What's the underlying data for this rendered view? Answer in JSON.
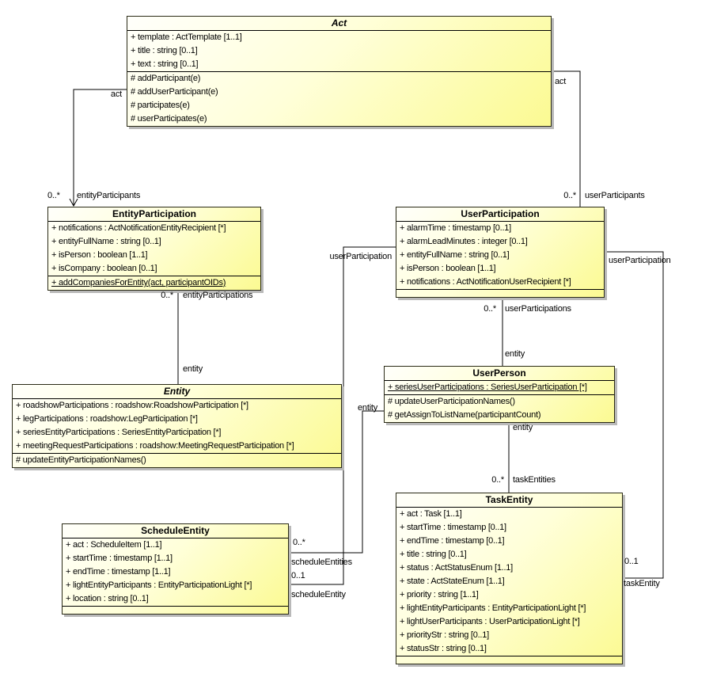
{
  "classes": [
    {
      "name": "Act",
      "abstract": true,
      "attributes": [
        {
          "t": "+ template : ActTemplate [1..1]"
        },
        {
          "t": "+ title : string [0..1]"
        },
        {
          "t": "+ text : string [0..1]"
        }
      ],
      "operations": [
        {
          "t": "# addParticipant(e)"
        },
        {
          "t": "# addUserParticipant(e)"
        },
        {
          "t": "# participates(e)"
        },
        {
          "t": "# userParticipates(e)"
        }
      ]
    },
    {
      "name": "EntityParticipation",
      "abstract": false,
      "attributes": [
        {
          "t": "+ notifications : ActNotificationEntityRecipient [*]"
        },
        {
          "t": "+ entityFullName : string [0..1]"
        },
        {
          "t": "+ isPerson : boolean [1..1]"
        },
        {
          "t": "+ isCompany : boolean [0..1]"
        }
      ],
      "operations": [
        {
          "t": "+ addCompaniesForEntity(act, participantOIDs)",
          "u": true
        }
      ]
    },
    {
      "name": "UserParticipation",
      "abstract": false,
      "attributes": [
        {
          "t": "+ alarmTime : timestamp [0..1]"
        },
        {
          "t": "+ alarmLeadMinutes : integer [0..1]"
        },
        {
          "t": "+ entityFullName : string [0..1]"
        },
        {
          "t": "+ isPerson : boolean [1..1]"
        },
        {
          "t": "+ notifications : ActNotificationUserRecipient [*]"
        }
      ],
      "operations": []
    },
    {
      "name": "Entity",
      "abstract": true,
      "attributes": [
        {
          "t": "+ roadshowParticipations : roadshow:RoadshowParticipation [*]"
        },
        {
          "t": "+ legParticipations : roadshow:LegParticipation [*]"
        },
        {
          "t": "+ seriesEntityParticipations : SeriesEntityParticipation [*]"
        },
        {
          "t": "+ meetingRequestParticipations : roadshow:MeetingRequestParticipation [*]"
        }
      ],
      "operations": [
        {
          "t": "# updateEntityParticipationNames()"
        }
      ]
    },
    {
      "name": "UserPerson",
      "abstract": false,
      "attributes": [
        {
          "t": "+ seriesUserParticipations : SeriesUserParticipation [*]",
          "u": true
        }
      ],
      "operations": [
        {
          "t": "# updateUserParticipationNames()"
        },
        {
          "t": "# getAssignToListName(participantCount)"
        }
      ]
    },
    {
      "name": "ScheduleEntity",
      "abstract": false,
      "attributes": [
        {
          "t": "+ act : ScheduleItem [1..1]"
        },
        {
          "t": "+ startTime : timestamp [1..1]"
        },
        {
          "t": "+ endTime : timestamp [1..1]"
        },
        {
          "t": "+ lightEntityParticipants : EntityParticipationLight [*]"
        },
        {
          "t": "+ location : string [0..1]"
        }
      ],
      "operations": []
    },
    {
      "name": "TaskEntity",
      "abstract": false,
      "attributes": [
        {
          "t": "+ act : Task [1..1]"
        },
        {
          "t": "+ startTime : timestamp [0..1]"
        },
        {
          "t": "+ endTime : timestamp [0..1]"
        },
        {
          "t": "+ title : string [0..1]"
        },
        {
          "t": "+ status : ActStatusEnum [1..1]"
        },
        {
          "t": "+ state : ActStateEnum [1..1]"
        },
        {
          "t": "+ priority : string [1..1]"
        },
        {
          "t": "+ lightEntityParticipants : EntityParticipationLight [*]"
        },
        {
          "t": "+ lightUserParticipants : UserParticipationLight [*]"
        },
        {
          "t": "+ priorityStr : string [0..1]"
        },
        {
          "t": "+ statusStr : string [0..1]"
        }
      ],
      "operations": []
    }
  ],
  "labels": {
    "act_left": "act",
    "ep_mult": "0..*",
    "ep_role": "entityParticipants",
    "act_right": "act",
    "up_mult": "0..*",
    "up_role": "userParticipants",
    "eps_mult": "0..*",
    "eps_role": "entityParticipations",
    "entity_role_left": "entity",
    "ups_mult": "0..*",
    "ups_role": "userParticipations",
    "entity_role_mid": "entity",
    "entity_role_down": "entity",
    "te_mult": "0..*",
    "te_role": "taskEntities",
    "up_left_role": "userParticipation",
    "se_mult": "0..*",
    "se_role": "scheduleEntities",
    "se1_mult": "0..1",
    "se1_role": "scheduleEntity",
    "entity_role_sched": "entity",
    "up_right_role": "userParticipation",
    "task_mult": "0..1",
    "task_role": "taskEntity"
  },
  "colors": {
    "class_fill_top": "#fffffb",
    "class_fill_bottom": "#fbfa92",
    "border": "#2a2a16",
    "shadow": "#b9b9b9",
    "line": "#000000"
  }
}
